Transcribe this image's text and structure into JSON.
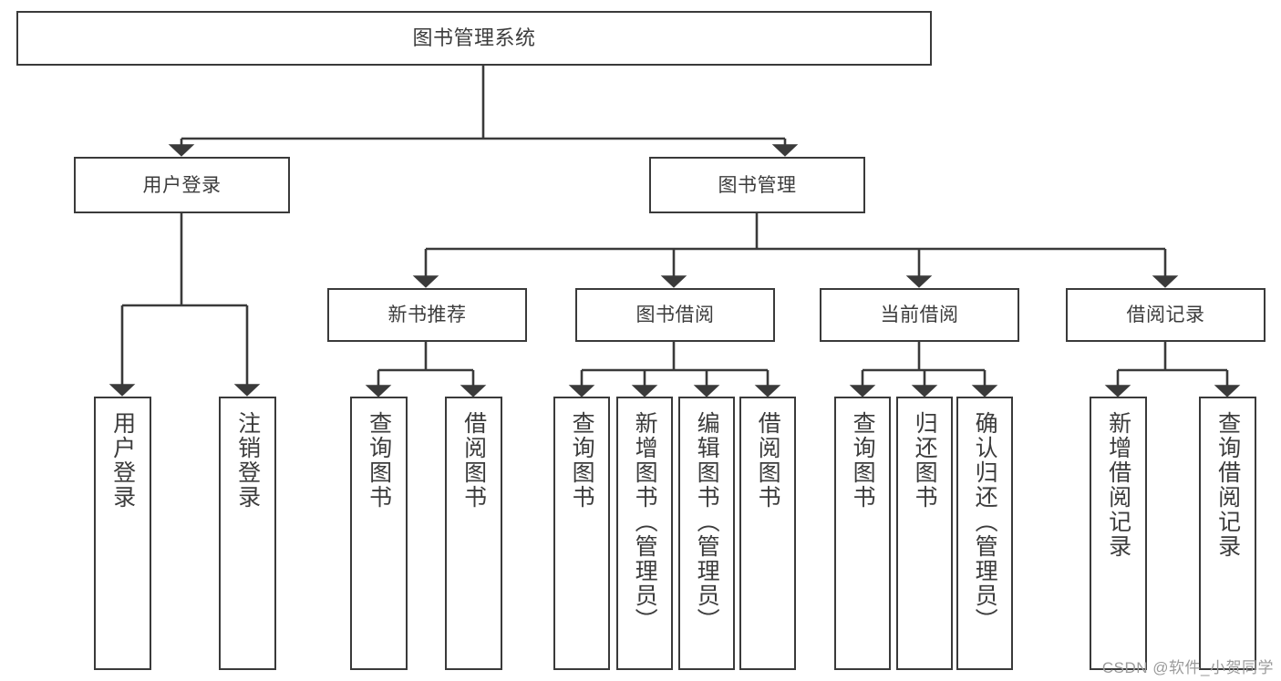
{
  "diagram": {
    "type": "tree-hierarchy-chart",
    "title": "图书管理系统",
    "colors": {
      "box_border": "#3a3a3a",
      "box_fill": "#ffffff",
      "connector": "#3a3a3a",
      "text": "#3c3c3c",
      "watermark": "#9b9b9b",
      "background": "#ffffff"
    },
    "nodes": {
      "root": {
        "label": "图书管理系统",
        "orientation": "horizontal"
      },
      "user_login": {
        "label": "用户登录",
        "orientation": "horizontal"
      },
      "book_manage": {
        "label": "图书管理",
        "orientation": "horizontal"
      },
      "new_book_rec": {
        "label": "新书推荐",
        "orientation": "horizontal"
      },
      "book_borrow": {
        "label": "图书借阅",
        "orientation": "horizontal"
      },
      "current_borrow": {
        "label": "当前借阅",
        "orientation": "horizontal"
      },
      "borrow_record": {
        "label": "借阅记录",
        "orientation": "horizontal"
      },
      "leaf_user_login": {
        "label": "用户登录",
        "orientation": "vertical"
      },
      "leaf_logout": {
        "label": "注销登录",
        "orientation": "vertical"
      },
      "leaf_query_book_1": {
        "label": "查询图书",
        "orientation": "vertical"
      },
      "leaf_borrow_book_1": {
        "label": "借阅图书",
        "orientation": "vertical"
      },
      "leaf_query_book_2": {
        "label": "查询图书",
        "orientation": "vertical"
      },
      "leaf_add_book": {
        "label": "新增图书（管理员）",
        "orientation": "vertical"
      },
      "leaf_edit_book": {
        "label": "编辑图书（管理员）",
        "orientation": "vertical"
      },
      "leaf_borrow_book_2": {
        "label": "借阅图书",
        "orientation": "vertical"
      },
      "leaf_query_book_3": {
        "label": "查询图书",
        "orientation": "vertical"
      },
      "leaf_return_book": {
        "label": "归还图书",
        "orientation": "vertical"
      },
      "leaf_confirm_return": {
        "label": "确认归还（管理员）",
        "orientation": "vertical"
      },
      "leaf_add_record": {
        "label": "新增借阅记录",
        "orientation": "vertical"
      },
      "leaf_query_record": {
        "label": "查询借阅记录",
        "orientation": "vertical"
      }
    },
    "edges": [
      {
        "from": "root",
        "to": "user_login"
      },
      {
        "from": "root",
        "to": "book_manage"
      },
      {
        "from": "book_manage",
        "to": "new_book_rec"
      },
      {
        "from": "book_manage",
        "to": "book_borrow"
      },
      {
        "from": "book_manage",
        "to": "current_borrow"
      },
      {
        "from": "book_manage",
        "to": "borrow_record"
      },
      {
        "from": "user_login",
        "to": "leaf_user_login"
      },
      {
        "from": "user_login",
        "to": "leaf_logout"
      },
      {
        "from": "new_book_rec",
        "to": "leaf_query_book_1"
      },
      {
        "from": "new_book_rec",
        "to": "leaf_borrow_book_1"
      },
      {
        "from": "book_borrow",
        "to": "leaf_query_book_2"
      },
      {
        "from": "book_borrow",
        "to": "leaf_add_book"
      },
      {
        "from": "book_borrow",
        "to": "leaf_edit_book"
      },
      {
        "from": "book_borrow",
        "to": "leaf_borrow_book_2"
      },
      {
        "from": "current_borrow",
        "to": "leaf_query_book_3"
      },
      {
        "from": "current_borrow",
        "to": "leaf_return_book"
      },
      {
        "from": "current_borrow",
        "to": "leaf_confirm_return"
      },
      {
        "from": "borrow_record",
        "to": "leaf_add_record"
      },
      {
        "from": "borrow_record",
        "to": "leaf_query_record"
      }
    ]
  },
  "watermark": {
    "text": "CSDN @软件_小贺同学"
  }
}
